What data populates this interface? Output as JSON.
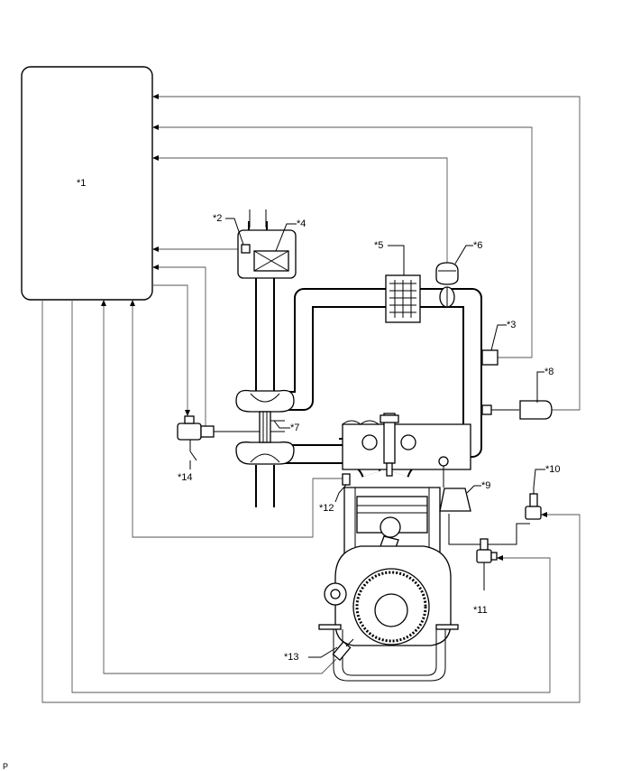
{
  "diagram": {
    "labels": {
      "l1": "*1",
      "l2": "*2",
      "l3": "*3",
      "l4": "*4",
      "l5": "*5",
      "l6": "*6",
      "l7": "*7",
      "l8": "*8",
      "l9": "*9",
      "l10": "*10",
      "l11": "*11",
      "l12": "*12",
      "l13": "*13",
      "l14": "*14"
    },
    "corner_mark": "P"
  }
}
